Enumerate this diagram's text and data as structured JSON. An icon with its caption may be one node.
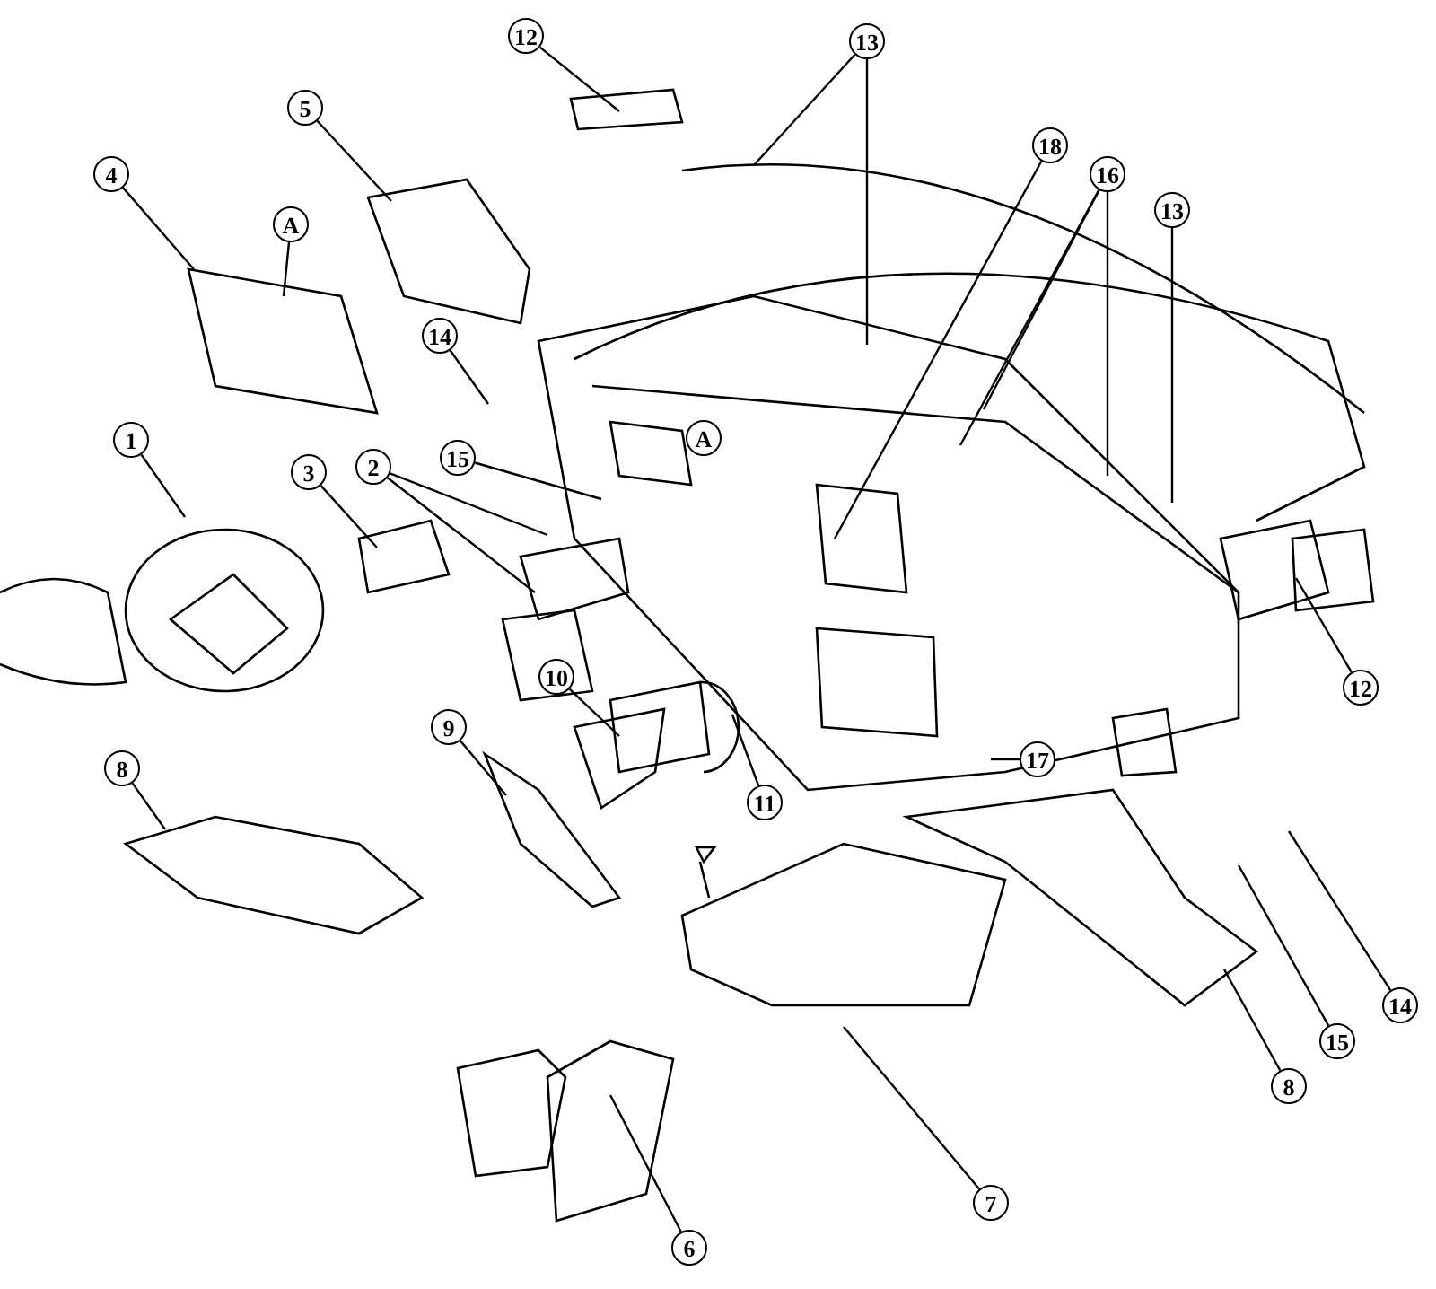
{
  "diagram": {
    "nodes": [
      {
        "text": [
          "12"
        ]
      },
      {
        "text": [
          "13"
        ]
      },
      {
        "text": [
          "5"
        ]
      },
      {
        "text": [
          "18"
        ]
      },
      {
        "text": [
          "4"
        ]
      },
      {
        "text": [
          "16"
        ]
      },
      {
        "text": [
          "13"
        ]
      },
      {
        "text": [
          "A"
        ]
      },
      {
        "text": [
          "14"
        ]
      },
      {
        "text": [
          "1"
        ]
      },
      {
        "text": [
          "15"
        ]
      },
      {
        "text": [
          "2"
        ]
      },
      {
        "text": [
          "3"
        ]
      },
      {
        "text": [
          "10"
        ]
      },
      {
        "text": [
          "12"
        ]
      },
      {
        "text": [
          "9"
        ]
      },
      {
        "text": [
          "17"
        ]
      },
      {
        "text": [
          "8"
        ]
      },
      {
        "text": [
          "11"
        ]
      },
      {
        "text": [
          "14"
        ]
      },
      {
        "text": [
          "15"
        ]
      },
      {
        "text": [
          "8"
        ]
      },
      {
        "text": [
          "7"
        ]
      },
      {
        "text": [
          "6"
        ]
      },
      {
        "text": [
          "A"
        ]
      }
    ],
    "edges": [
      {
        "from": 0,
        "to": null,
        "arrow": "none"
      },
      {
        "from": 1,
        "to": null,
        "arrow": "none"
      },
      {
        "from": 1,
        "to": null,
        "arrow": "none"
      },
      {
        "from": 2,
        "to": null,
        "arrow": "none"
      },
      {
        "from": 3,
        "to": null,
        "arrow": "none"
      },
      {
        "from": 4,
        "to": null,
        "arrow": "none"
      },
      {
        "from": 5,
        "to": null,
        "arrow": "none"
      },
      {
        "from": 5,
        "to": null,
        "arrow": "none"
      },
      {
        "from": 5,
        "to": null,
        "arrow": "none"
      },
      {
        "from": 6,
        "to": null,
        "arrow": "none"
      },
      {
        "from": 7,
        "to": null,
        "arrow": "none"
      },
      {
        "from": 8,
        "to": null,
        "arrow": "none"
      },
      {
        "from": 9,
        "to": null,
        "arrow": "none"
      },
      {
        "from": 10,
        "to": null,
        "arrow": "none"
      },
      {
        "from": 11,
        "to": null,
        "arrow": "none"
      },
      {
        "from": 11,
        "to": null,
        "arrow": "none"
      },
      {
        "from": 12,
        "to": null,
        "arrow": "none"
      },
      {
        "from": 13,
        "to": null,
        "arrow": "none"
      },
      {
        "from": 14,
        "to": null,
        "arrow": "none"
      },
      {
        "from": 15,
        "to": null,
        "arrow": "none"
      },
      {
        "from": 16,
        "to": null,
        "arrow": "none"
      },
      {
        "from": 17,
        "to": null,
        "arrow": "none"
      },
      {
        "from": 18,
        "to": null,
        "arrow": "none"
      },
      {
        "from": 19,
        "to": null,
        "arrow": "none"
      },
      {
        "from": 20,
        "to": null,
        "arrow": "none"
      },
      {
        "from": 21,
        "to": null,
        "arrow": "none"
      },
      {
        "from": 22,
        "to": null,
        "arrow": "none"
      },
      {
        "from": 23,
        "to": null,
        "arrow": "none"
      }
    ]
  }
}
